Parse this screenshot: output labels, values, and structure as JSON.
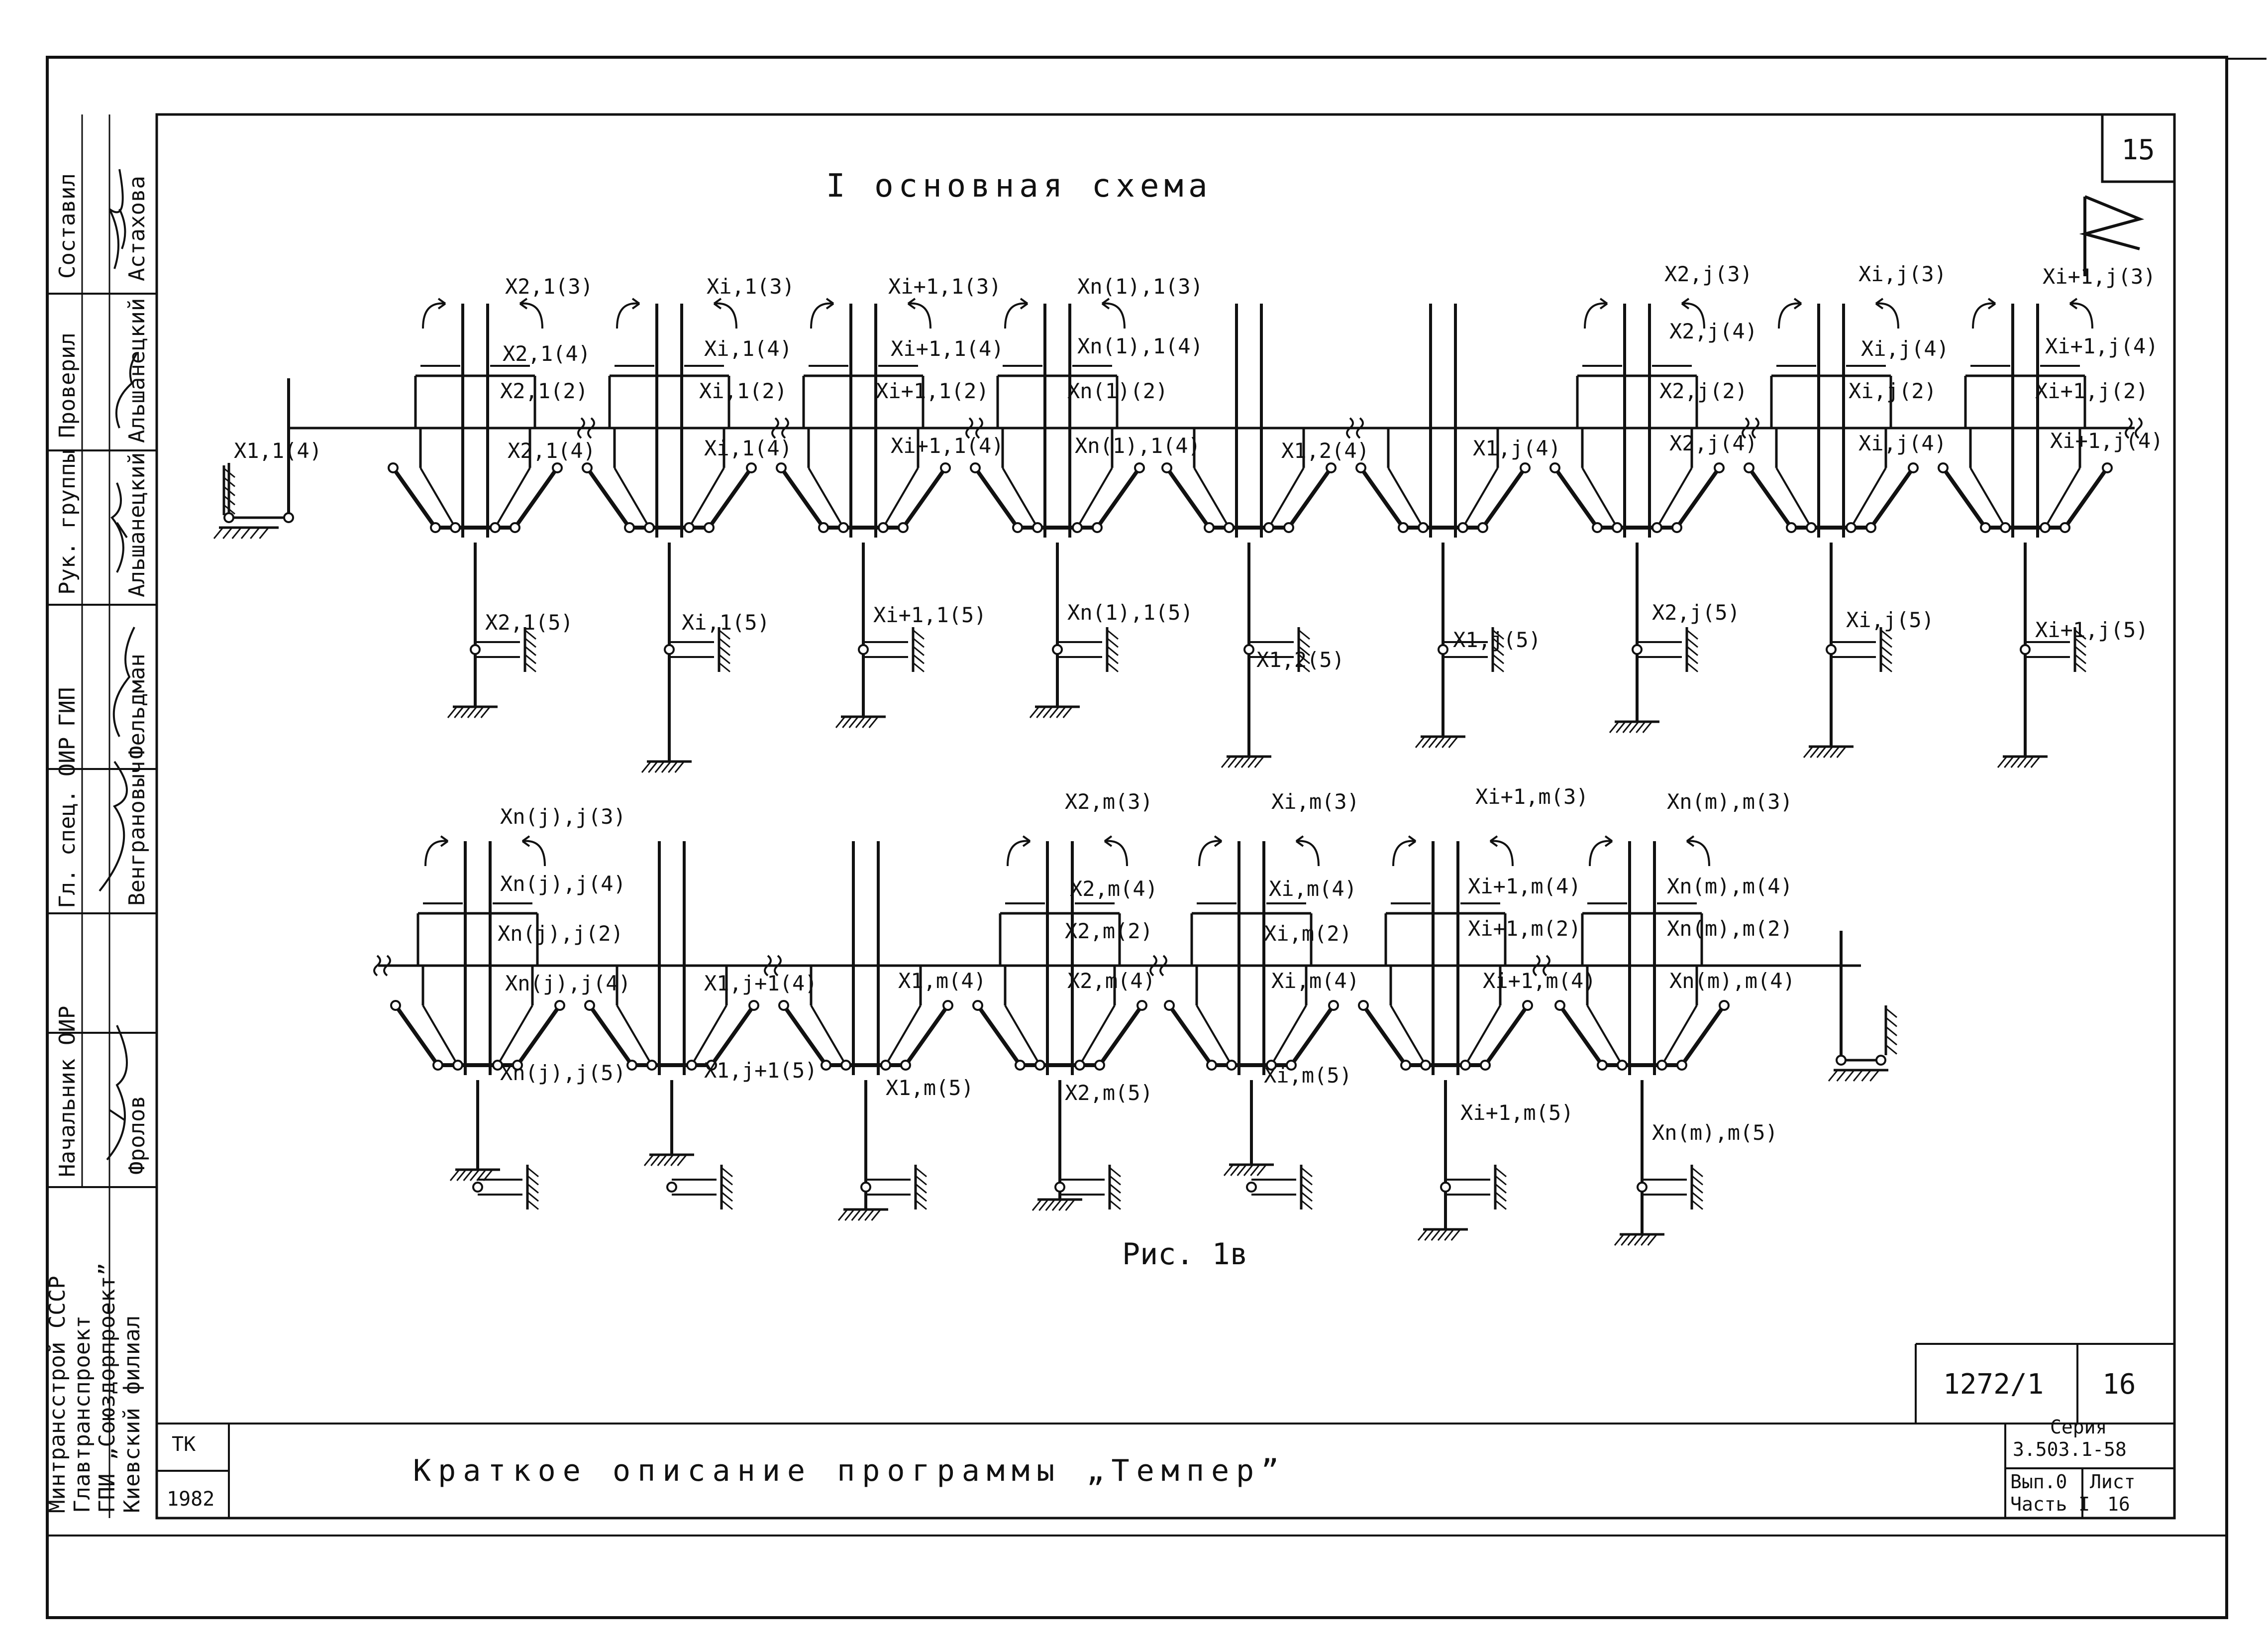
{
  "sheet_number_top": "15",
  "sheet_mark": "V",
  "scheme_title": "I основная схема",
  "figure_caption": "Рис. 1в",
  "stamp": {
    "doc_code": "1272/1",
    "sheet_no": "16",
    "tk": "ТК",
    "year": "1982",
    "title": "Краткое описание программы „Темпер”",
    "series_label": "Серия",
    "series_value": "3.503.1-58",
    "issue_label": "Вып.0",
    "part_label": "Часть I",
    "list_label": "Лист",
    "list_value": "16"
  },
  "side_block": {
    "roles": [
      "Составил",
      "Проверил",
      "Рук. группы",
      "ГИП",
      "Гл. спец. ОИР",
      "Начальник ОИР"
    ],
    "names": [
      "Астахова",
      "Альшанецкий",
      "Альшанецкий",
      "Фельдман",
      "Венграновыч",
      "Фролов"
    ],
    "organization": [
      "Минтрансстрой СССР",
      "Главтранспроект",
      "ГПИ „Союздорпроект”",
      "Киевский филиал"
    ]
  },
  "row1_labels": [
    "X1,1(4)",
    "X2,1(3)",
    "X2,1(4)",
    "X2,1(2)",
    "X2,1(4)",
    "X2,1(5)",
    "Xi,1(3)",
    "Xi,1(4)",
    "Xi,1(2)",
    "Xi,1(4)",
    "Xi,1(5)",
    "Xi+1,1(3)",
    "Xi+1,1(4)",
    "Xi+1,1(2)",
    "Xi+1,1(4)",
    "Xi+1,1(5)",
    "Xn(1),1(3)",
    "Xn(1),1(4)",
    "Xn(1)(2)",
    "Xn(1),1(4)",
    "Xn(1),1(5)",
    "X1,2(4)",
    "X1,2(5)",
    "X1,j(4)",
    "X1,j(5)",
    "X2,j(3)",
    "X2,j(4)",
    "X2,j(2)",
    "X2,j(4)",
    "X2,j(5)",
    "Xi,j(3)",
    "Xi,j(4)",
    "Xi,j(2)",
    "Xi,j(4)",
    "Xi,j(5)",
    "Xi+1,j(3)",
    "Xi+1,j(4)",
    "Xi+1,j(2)",
    "Xi+1,j(4)",
    "Xi+1,j(5)"
  ],
  "row2_labels": [
    "Xn(j),j(3)",
    "Xn(j),j(4)",
    "Xn(j),j(2)",
    "Xn(j),j(4)",
    "Xn(j),j(5)",
    "X1,j+1(4)",
    "X1,j+1(5)",
    "X1,m(4)",
    "X1,m(5)",
    "X2,m(3)",
    "X2,m(4)",
    "X2,m(2)",
    "X2,m(4)",
    "X2,m(5)",
    "Xi,m(3)",
    "Xi,m(4)",
    "Xi,m(2)",
    "Xi,m(4)",
    "Xi,m(5)",
    "Xi+1,m(3)",
    "Xi+1,m(4)",
    "Xi+1,m(2)",
    "Xi+1,m(4)",
    "Xi+1,m(5)",
    "Xn(m),m(3)",
    "Xn(m),m(4)",
    "Xn(m),m(2)",
    "Xn(m),m(4)",
    "Xn(m),m(5)"
  ]
}
